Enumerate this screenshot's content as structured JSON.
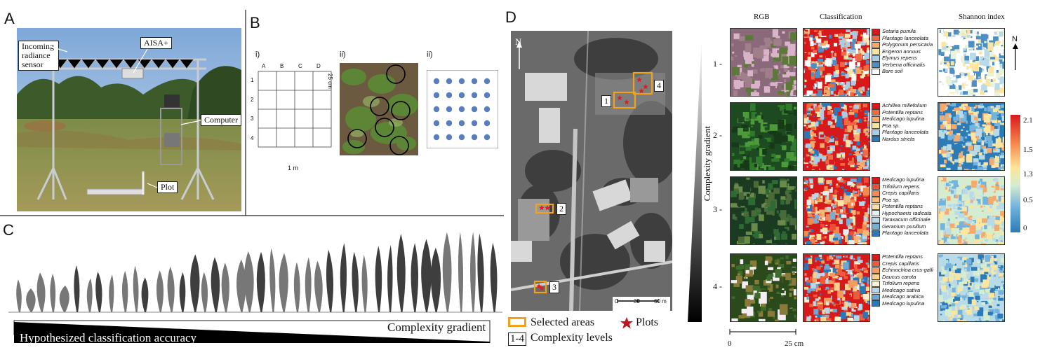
{
  "panels": {
    "a": {
      "letter": "A",
      "labels": {
        "incoming": "Incoming radiance sensor",
        "aisa": "AISA+",
        "computer": "Computer",
        "plot": "Plot"
      }
    },
    "b": {
      "letter": "B",
      "sub1": "i)",
      "sub2": "ii)",
      "sub3": "ii)",
      "cols": [
        "A",
        "B",
        "C",
        "D"
      ],
      "rows": [
        "1",
        "2",
        "3",
        "4"
      ],
      "cell_size": "25 cm",
      "width_label": "1 m"
    },
    "c": {
      "letter": "C",
      "complexity": "Complexity gradient",
      "accuracy": "Hypothesized classification accuracy"
    },
    "d": {
      "letter": "D",
      "north": "N",
      "area_labels": [
        "1",
        "2",
        "3",
        "4"
      ],
      "scale_ticks": [
        "0",
        "30",
        "60 m"
      ],
      "legend": {
        "selected": "Selected areas",
        "plots": "Plots",
        "levels_box": "1-4",
        "levels": "Complexity levels"
      }
    },
    "e": {
      "col_titles": [
        "RGB",
        "Classification",
        "Shannon index"
      ],
      "y_axis": "Complexity gradient",
      "level_labels": [
        "1 -",
        "2 -",
        "3 -",
        "4 -"
      ],
      "north": "N",
      "colorbar_ticks": [
        "2.1",
        "1.5",
        "1.3",
        "0.5",
        "0"
      ],
      "scale_ticks": [
        "0",
        "25 cm"
      ],
      "legends": [
        {
          "items": [
            {
              "name": "Setaria pumila",
              "color": "#d7191c"
            },
            {
              "name": "Plantago lanceolata",
              "color": "#ef6a43"
            },
            {
              "name": "Polygonum persicaria",
              "color": "#f7a86b"
            },
            {
              "name": "Erigeron annuus",
              "color": "#f6e3a6"
            },
            {
              "name": "Elymus repens",
              "color": "#a9cde4"
            },
            {
              "name": "Verbena officinalis",
              "color": "#4d8fc4"
            },
            {
              "name": "Bare soil",
              "color": "#ffffff"
            }
          ]
        },
        {
          "items": [
            {
              "name": "Achillea millefolium",
              "color": "#d7191c"
            },
            {
              "name": "Potentilla reptans",
              "color": "#ef6a43"
            },
            {
              "name": "Medicago lupulina",
              "color": "#f7a86b"
            },
            {
              "name": "Poa sp.",
              "color": "#f6e3a6"
            },
            {
              "name": "Plantago lanceolata",
              "color": "#a9cde4"
            },
            {
              "name": "Nardus stricta",
              "color": "#2b78b8"
            }
          ]
        },
        {
          "items": [
            {
              "name": "Medicago lupulina",
              "color": "#d7191c"
            },
            {
              "name": "Trifolium repens",
              "color": "#e94f36"
            },
            {
              "name": "Crepis capillaris",
              "color": "#f6884f"
            },
            {
              "name": "Poa sp.",
              "color": "#f9b878"
            },
            {
              "name": "Potentilla reptans",
              "color": "#fbe2a8"
            },
            {
              "name": "Hypochaeris radicata",
              "color": "#e7eef1"
            },
            {
              "name": "Taraxacum officinale",
              "color": "#b8d8e8"
            },
            {
              "name": "Geranium pusillum",
              "color": "#77aed3"
            },
            {
              "name": "Plantago lanceolata",
              "color": "#2b78b8"
            }
          ]
        },
        {
          "items": [
            {
              "name": "Potentilla reptans",
              "color": "#d7191c"
            },
            {
              "name": "Crepis capillaris",
              "color": "#ec5c3c"
            },
            {
              "name": "Echinochloa crus-galli",
              "color": "#f79a5c"
            },
            {
              "name": "Daucus carota",
              "color": "#fbd18f"
            },
            {
              "name": "Trifolium repens",
              "color": "#f8f2d0"
            },
            {
              "name": "Medicago sativa",
              "color": "#b8d8e8"
            },
            {
              "name": "Medicago arabica",
              "color": "#6ea6d0"
            },
            {
              "name": "Medicago lupulina",
              "color": "#2b78b8"
            }
          ]
        }
      ]
    }
  }
}
